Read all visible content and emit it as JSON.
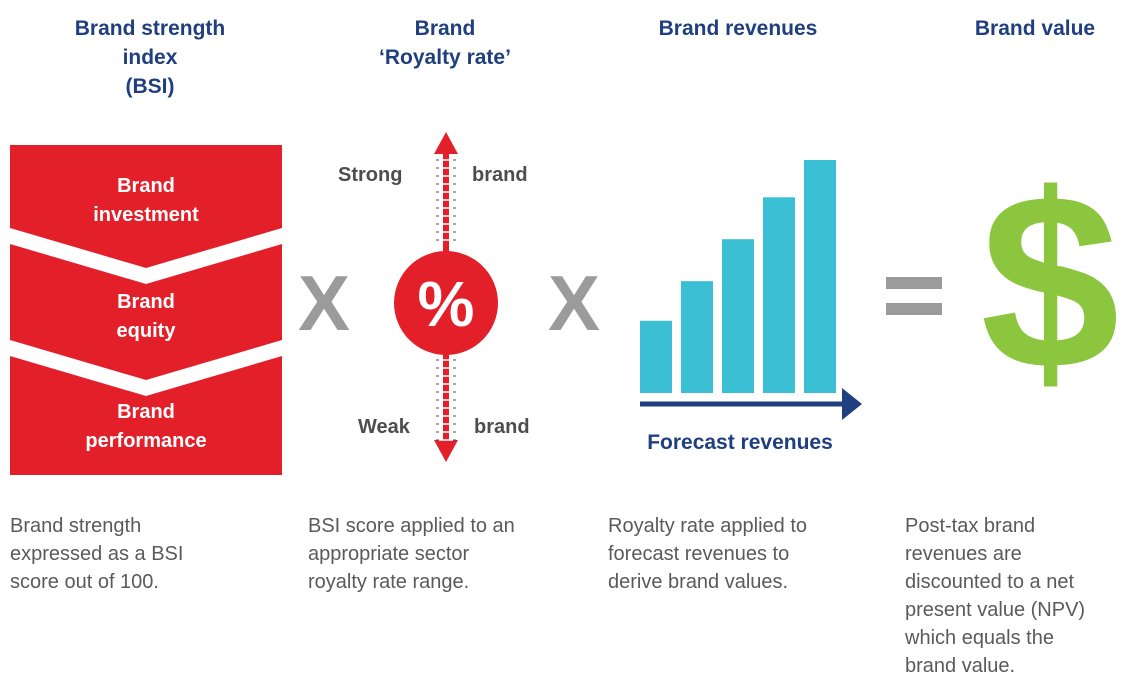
{
  "headers": {
    "bsi": "Brand strength\nindex\n(BSI)",
    "royalty": "Brand\n‘Royalty rate’",
    "revenues": "Brand revenues",
    "value": "Brand value"
  },
  "bsi_box": {
    "investment": "Brand\ninvestment",
    "equity": "Brand\nequity",
    "performance": "Brand\nperformance"
  },
  "royalty_scale": {
    "strong": "Strong",
    "brand_top": "brand",
    "weak": "Weak",
    "brand_bottom": "brand",
    "symbol": "%"
  },
  "operators": {
    "times_1": "X",
    "times_2": "X",
    "equals": "="
  },
  "revenues_chart": {
    "axis_label": "Forecast revenues",
    "bar_levels": [
      0.31,
      0.48,
      0.66,
      0.84,
      1.0
    ]
  },
  "value_symbol": "$",
  "descriptions": {
    "bsi": "Brand strength\nexpressed as a BSI\nscore out of 100.",
    "royalty": "BSI score applied to an\nappropriate sector\nroyalty rate range.",
    "revenues": "Royalty rate applied to\nforecast revenues to\nderive brand values.",
    "value": "Post-tax brand\nrevenues are\ndiscounted to a net\npresent value (NPV)\nwhich equals the\nbrand value."
  },
  "colors": {
    "red": "#e3202a",
    "navy": "#1f3f7f",
    "teal": "#3bbfd4",
    "green": "#8cc63f",
    "grey": "#9b9b9b"
  }
}
